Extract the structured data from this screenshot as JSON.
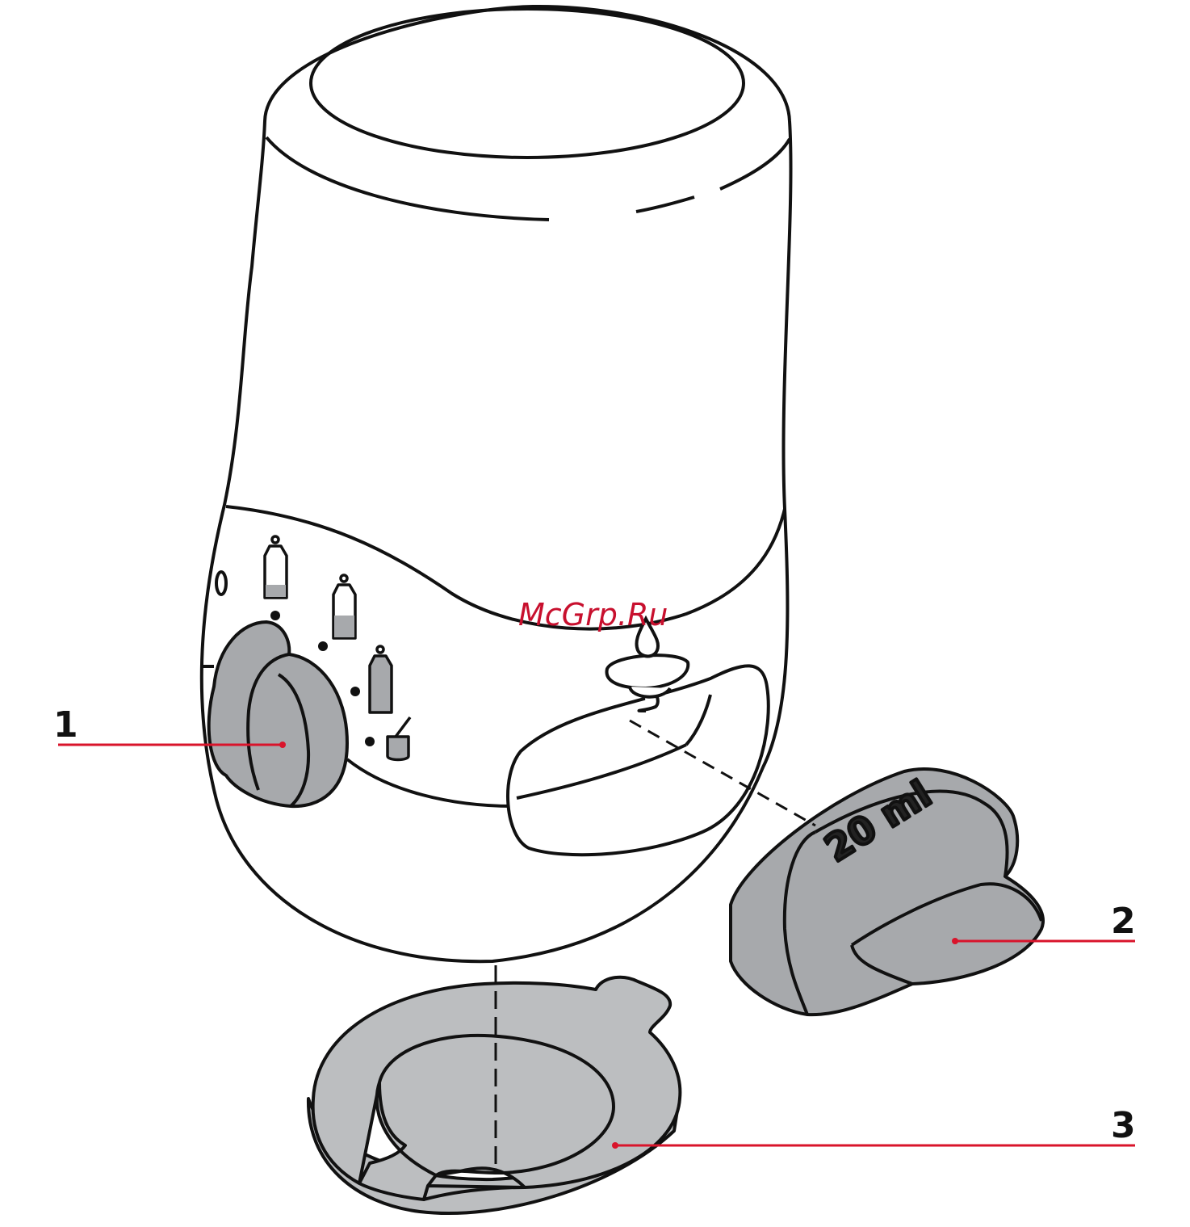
{
  "watermark": "McGrp.Ru",
  "cap_label": "20 ml",
  "callouts": [
    {
      "number": "1",
      "part": "control knob"
    },
    {
      "number": "2",
      "part": "measuring cap"
    },
    {
      "number": "3",
      "part": "base ring"
    }
  ],
  "colors": {
    "outline": "#111111",
    "part_fill": "#a7a9ac",
    "ring_fill": "#bcbec0",
    "callout_line": "#d9142b",
    "watermark": "#c8102e"
  }
}
